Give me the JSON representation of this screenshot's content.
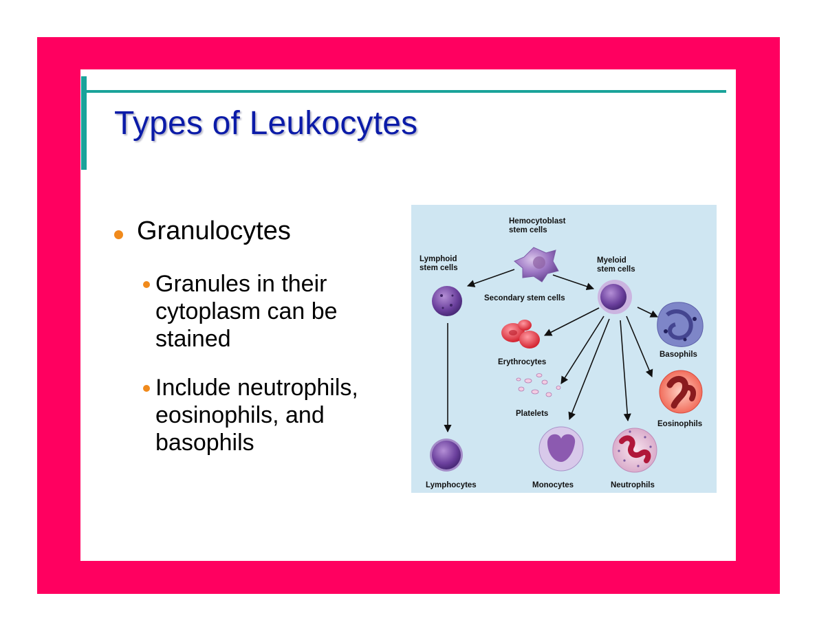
{
  "slide": {
    "title": "Types of Leukocytes",
    "bullet": "Granulocytes",
    "sub_bullets": [
      "Granules in their cytoplasm can be stained",
      "Include neutrophils, eosinophils, and basophils"
    ]
  },
  "colors": {
    "frame": "#ff0060",
    "title": "#0b1ba8",
    "accent_line": "#1aa39a",
    "bullet_dot": "#f08a1c",
    "diagram_bg": "#cfe6f2"
  },
  "diagram": {
    "labels": {
      "hemocytoblast_1": "Hemocytoblast",
      "hemocytoblast_2": "stem cells",
      "lymphoid_1": "Lymphoid",
      "lymphoid_2": "stem cells",
      "myeloid_1": "Myeloid",
      "myeloid_2": "stem cells",
      "secondary": "Secondary stem cells",
      "erythrocytes": "Erythrocytes",
      "basophils": "Basophils",
      "platelets": "Platelets",
      "eosinophils": "Eosinophils",
      "lymphocytes": "Lymphocytes",
      "monocytes": "Monocytes",
      "neutrophils": "Neutrophils"
    }
  }
}
